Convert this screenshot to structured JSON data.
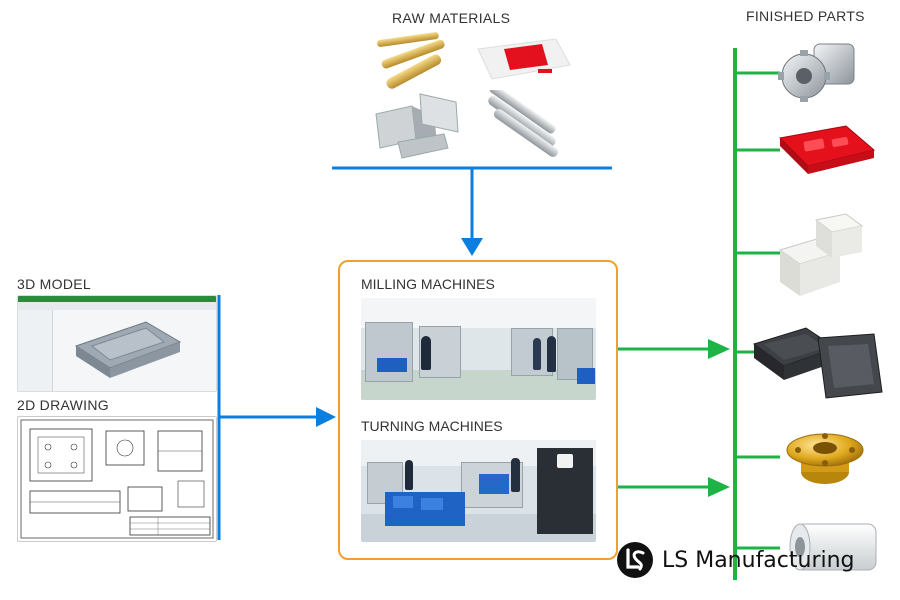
{
  "labels": {
    "raw_materials": "RAW MATERIALS",
    "finished_parts": "FINISHED PARTS",
    "model_3d": "3D MODEL",
    "drawing_2d": "2D DRAWING",
    "milling": "MILLING MACHINES",
    "turning": "TURNING MACHINES"
  },
  "brand": {
    "name": "LS Manufacturing",
    "logo_icon": "ls-logo-icon"
  },
  "raw_materials": [
    "brass-rods",
    "red-plastic-block",
    "aluminum-blocks",
    "steel-rods"
  ],
  "finished_parts": [
    "gear-shaft",
    "red-housing",
    "white-bracket",
    "black-tray",
    "brass-nut",
    "white-sleeve"
  ],
  "colors": {
    "input_arrow": "#0a7fe0",
    "output_arrow": "#1db345",
    "process_border": "#f0a030"
  }
}
